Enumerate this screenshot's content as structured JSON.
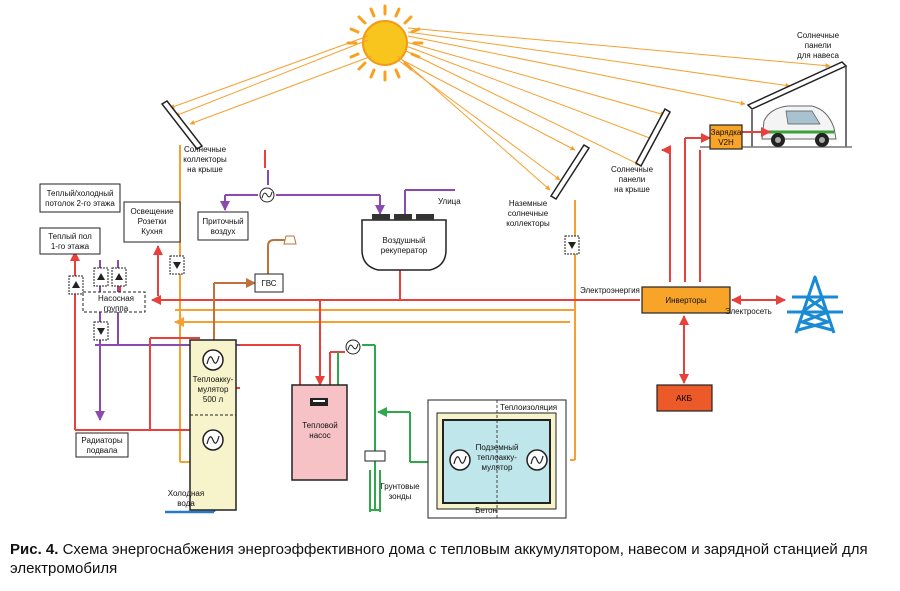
{
  "labels": {
    "roof_collectors": [
      "Солнечные",
      "коллекторы",
      "на крыше"
    ],
    "roof_panels": [
      "Солнечные",
      "панели",
      "на крыше"
    ],
    "canopy_panels": [
      "Солнечные",
      "панели",
      "для навеса"
    ],
    "ground_collectors": [
      "Наземные",
      "солнечные",
      "коллекторы"
    ],
    "ceiling": [
      "Теплый/холодный",
      "потолок 2-го этажа"
    ],
    "floor": [
      "Теплый пол",
      "1-го этажа"
    ],
    "lighting": [
      "Освещение",
      "Розетки",
      "Кухня"
    ],
    "supply_air": [
      "Приточный",
      "воздух"
    ],
    "street": "Улица",
    "recuperator": [
      "Воздушный",
      "рекуператор"
    ],
    "dhw": "ГВС",
    "pump_group": [
      "Насосная",
      "группа"
    ],
    "accumulator": [
      "Теплоакку-",
      "мулятор",
      "500 л"
    ],
    "heat_pump": [
      "Тепловой",
      "насос"
    ],
    "basement_radiators": [
      "Радиаторы",
      "подвала"
    ],
    "cold_water": [
      "Холодная",
      "вода"
    ],
    "ground_probes": [
      "Грунтовые",
      "зонды"
    ],
    "insulation": "Теплоизоляция",
    "underground_acc": [
      "Подземный",
      "теплоакку-",
      "мулятор"
    ],
    "concrete": "Бетон",
    "electricity": "Электроэнергия",
    "inverters": "Инверторы",
    "grid": "Электросеть",
    "battery": "АКБ",
    "charger": [
      "Зарядка",
      "V2H"
    ]
  },
  "caption": {
    "number": "Рис. 4.",
    "text": " Схема энергоснабжения энергоэффективного дома с тепловым аккумулятором, навесом и зарядной станцией для электромобиля"
  },
  "colors": {
    "solar": "#f5a030",
    "electric": "#e8403a",
    "air": "#8a4ab0",
    "ground": "#2fa84a",
    "cold": "#2878c8",
    "dhw": "#c0703a",
    "sun": "#f7c51e",
    "inverter_fill": "#f7a428",
    "battery_fill": "#ec5a2a",
    "heatpump_fill": "#f6c2c6",
    "accumulator_fill": "#f7f4cc",
    "underground_fill": "#bfe6ea",
    "pylon": "#1a8ad4"
  }
}
